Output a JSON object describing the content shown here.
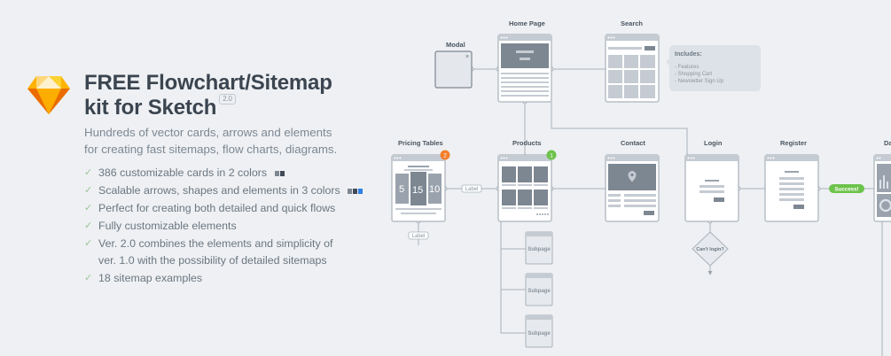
{
  "hero": {
    "title_line1": "FREE Flowchart/Sitemap",
    "title_line2": "kit for Sketch",
    "version_badge": "2.0",
    "subtitle_line1": "Hundreds of vector cards, arrows and elements",
    "subtitle_line2": "for creating fast sitemaps, flow charts, diagrams."
  },
  "features": [
    {
      "text": "386 customizable cards in 2 colors"
    },
    {
      "text": "Scalable arrows, shapes and elements in 3 colors"
    },
    {
      "text": "Perfect for creating both detailed and quick flows"
    },
    {
      "text": "Fully customizable elements"
    },
    {
      "text": "Ver. 2.0 combines the elements and simplicity of",
      "text2": "ver. 1.0 with the possibility of detailed sitemaps"
    },
    {
      "text": "18 sitemap examples"
    }
  ],
  "colors": {
    "swatch_gray": "#7d8792",
    "swatch_dark": "#414b57",
    "swatch_blue": "#2f80e8",
    "badge_orange": "#f47f2c",
    "badge_green": "#6cc24a",
    "success_green": "#6cc24a"
  },
  "diagram": {
    "home_label": "Home Page",
    "search_label": "Search",
    "modal_label": "Modal",
    "pricing_label": "Pricing Tables",
    "products_label": "Products",
    "contact_label": "Contact",
    "login_label": "Login",
    "register_label": "Register",
    "cutoff_label": "Da",
    "pricing_badge": "2",
    "products_badge": "1",
    "price_nums": [
      "5",
      "15",
      "10"
    ],
    "includes_title": "Includes:",
    "includes_items": [
      "- Features",
      "- Shopping Cart",
      "- Newsletter Sign Up"
    ],
    "arrow_label": "Label",
    "bottom_label": "Label",
    "decision_label": "Can't login?",
    "success_label": "Success!",
    "subpage_labels": [
      "Subpage",
      "Subpage",
      "Subpage"
    ]
  }
}
